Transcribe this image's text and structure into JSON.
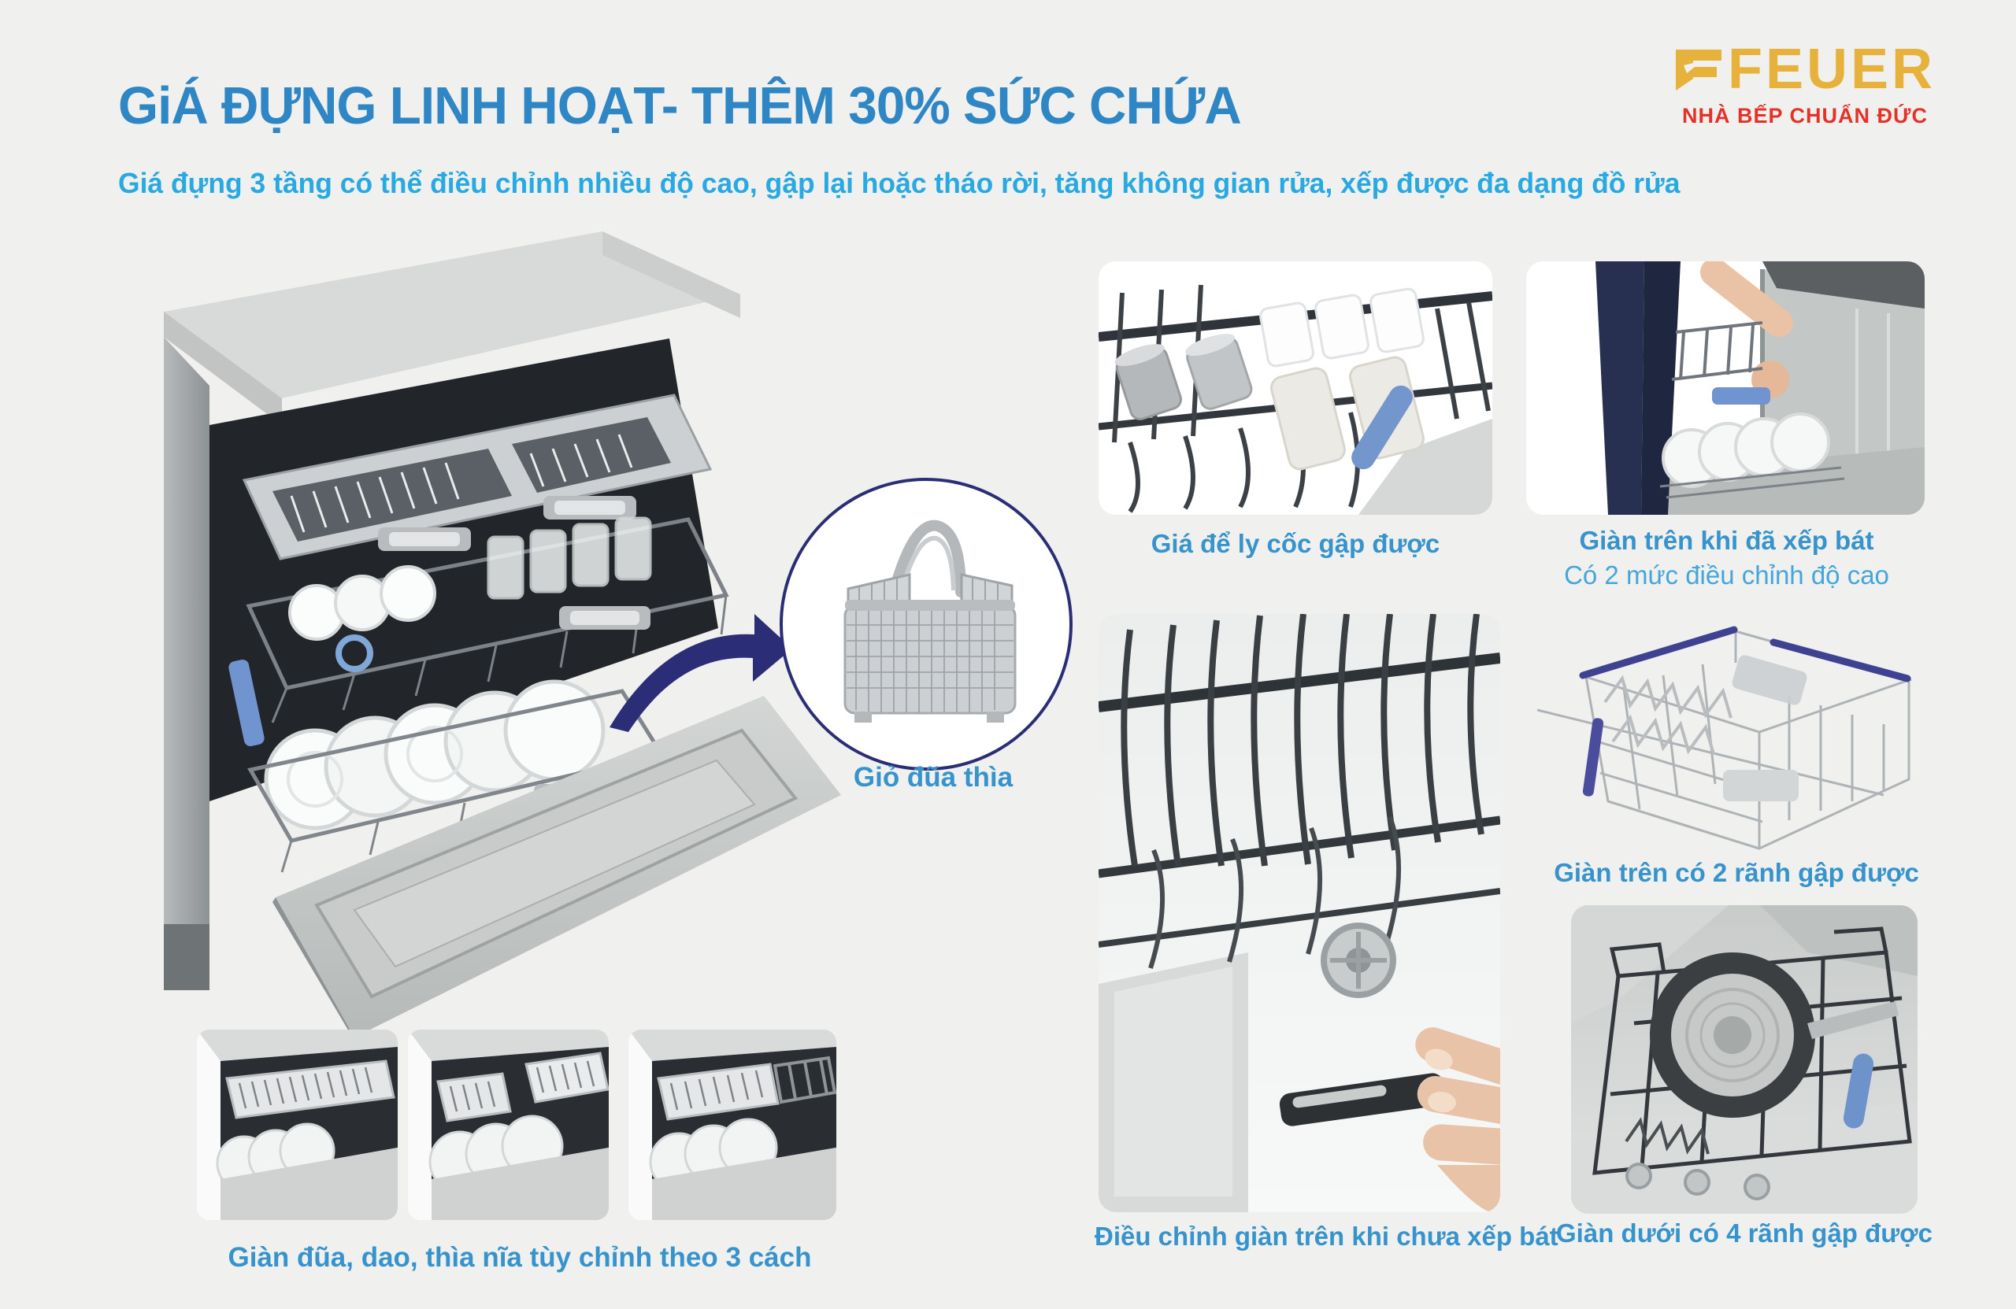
{
  "header": {
    "title": "GiÁ ĐỰNG LINH HOẠT- THÊM 30% SỨC CHỨA",
    "subtitle": "Giá đựng 3 tầng có thể điều chỉnh nhiều độ cao, gập lại hoặc tháo rời, tăng không gian rửa, xếp được đa dạng đồ rửa"
  },
  "logo": {
    "brand": "FEUER",
    "tagline": "NHÀ BẾP CHUẨN ĐỨC",
    "brand_color": "#E6B23C",
    "tagline_color": "#E53228"
  },
  "callout": {
    "label": "Giỏ đũa thìa"
  },
  "features": [
    {
      "id": "cup-rack",
      "caption": "Giá để ly cốc gập được"
    },
    {
      "id": "upper-rack-loaded",
      "caption": "Giàn trên khi đã xếp bát",
      "subcaption": "Có 2 mức điều chỉnh độ cao"
    },
    {
      "id": "upper-rack-2-fold",
      "caption": "Giàn trên có 2 rãnh gập được"
    },
    {
      "id": "adjust-empty",
      "caption": "Điều chỉnh giàn trên khi chưa xếp bát"
    },
    {
      "id": "lower-rack-4-fold",
      "caption": "Giàn dưới có 4 rãnh gập được"
    },
    {
      "id": "cutlery-3-ways",
      "caption": "Giàn đũa, dao, thìa nĩa tùy chỉnh theo 3 cách"
    }
  ],
  "colors": {
    "background": "#F0F0EE",
    "title_blue": "#2F86C5",
    "subtitle_cyan": "#29A9E1",
    "caption_blue": "#3693CC",
    "caption_light_blue": "#45A6DB",
    "arrow_navy": "#2B2D77",
    "logo_gold": "#E6B23C",
    "logo_red": "#E53228"
  }
}
